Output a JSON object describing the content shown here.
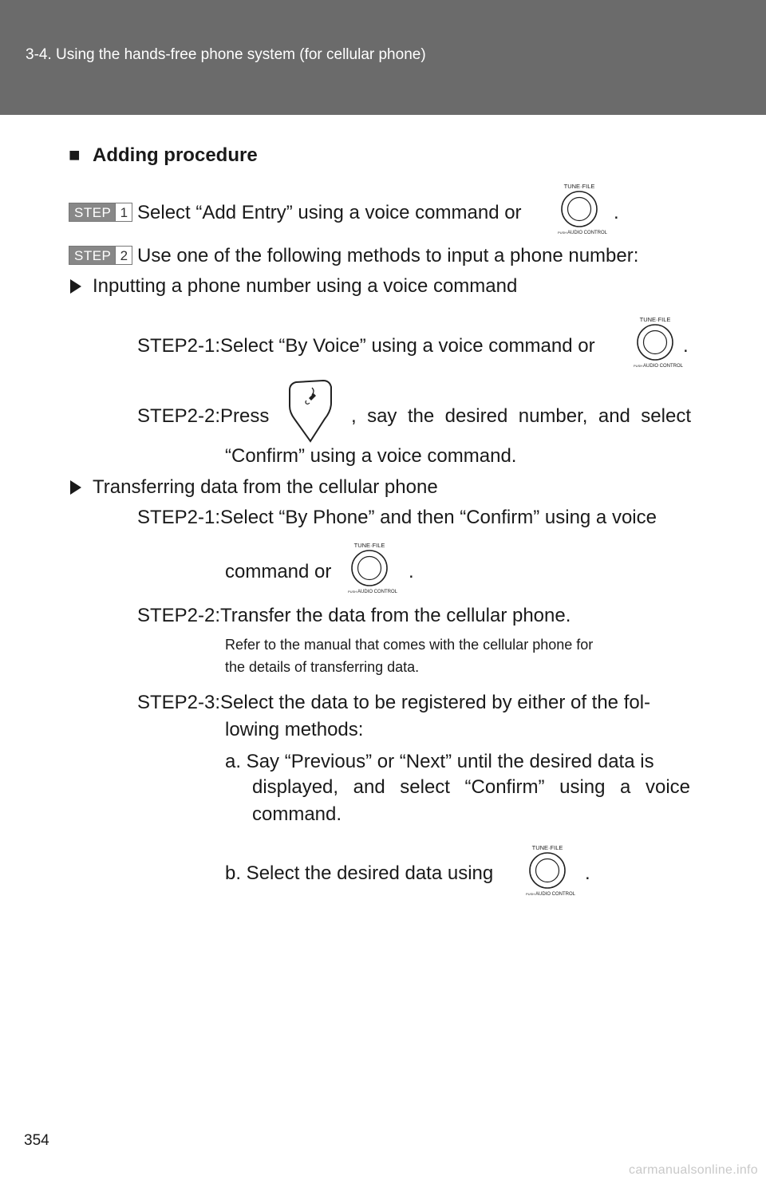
{
  "header": {
    "title": "3-4. Using the hands-free phone system (for cellular phone)"
  },
  "section": {
    "bullet": "■",
    "heading": "Adding procedure"
  },
  "steps": {
    "badge_word": "STEP",
    "step1": {
      "num": "1",
      "text": "Select “Add Entry” using a voice command or",
      "end": "."
    },
    "step2": {
      "num": "2",
      "text": "Use one of the following methods to input a phone number:"
    }
  },
  "voice_method": {
    "title": "Inputting a phone number using a voice command",
    "s1": {
      "text": "STEP2-1:Select “By Voice” using a voice command or",
      "end": "."
    },
    "s2": {
      "pre": "STEP2-2:Press",
      "post": ", say the desired number, and select",
      "cont": "“Confirm” using a voice command."
    }
  },
  "phone_method": {
    "title": "Transferring data from the cellular phone",
    "s1": {
      "text": "STEP2-1:Select “By Phone” and then “Confirm” using a voice",
      "cont": "command or",
      "end": "."
    },
    "s2": {
      "text": "STEP2-2:Transfer the data from the cellular phone.",
      "note1": "Refer to the manual that comes with the cellular phone for",
      "note2": "the details of transferring data."
    },
    "s3": {
      "text": "STEP2-3:Select the data to be registered by either of the fol-",
      "cont": "lowing methods:",
      "a1": "a. Say “Previous” or “Next” until the desired data is",
      "a2": "displayed, and select “Confirm” using a voice",
      "a3": "command.",
      "b": "b. Select the desired data using",
      "b_end": "."
    }
  },
  "knob": {
    "top_label": "TUNE·FILE",
    "push_label": "PUSH",
    "bottom_label": "AUDIO CONTROL"
  },
  "icons": {
    "knob": "tune-file-knob-icon",
    "mic": "talk-switch-icon"
  },
  "colors": {
    "header": "#6b6b6b",
    "badge": "#888888"
  },
  "footer": {
    "page_number": "354",
    "watermark": "carmanualsonline.info"
  }
}
